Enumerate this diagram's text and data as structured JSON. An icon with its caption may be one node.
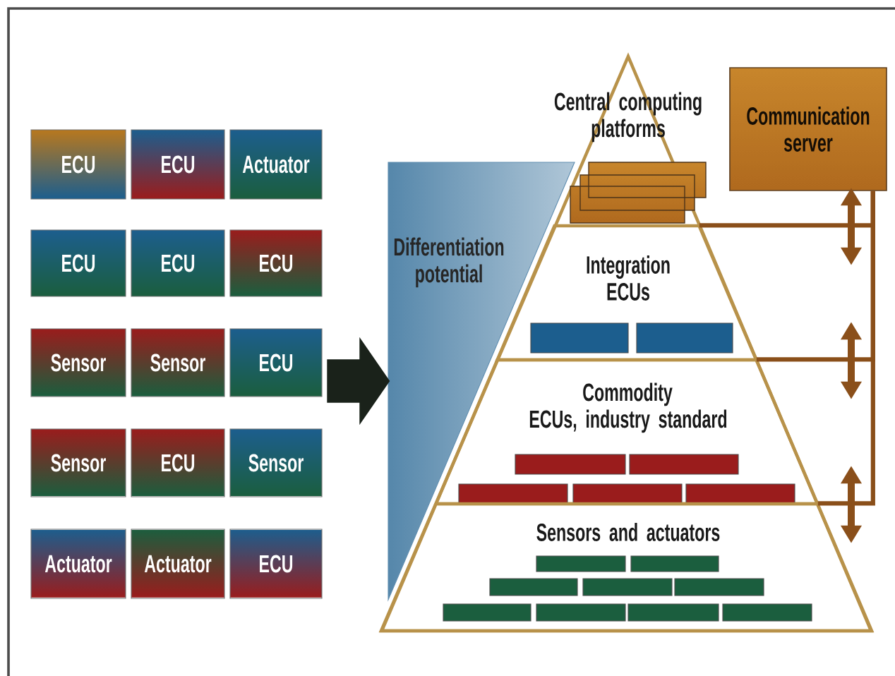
{
  "diagram": {
    "nodes": [
      {
        "text": [
          "ECU"
        ]
      },
      {
        "text": [
          "ECU"
        ]
      },
      {
        "text": [
          "Actuator"
        ]
      },
      {
        "text": [
          "ECU"
        ]
      },
      {
        "text": [
          "ECU"
        ]
      },
      {
        "text": [
          "ECU"
        ]
      },
      {
        "text": [
          "Sensor"
        ]
      },
      {
        "text": [
          "Sensor"
        ]
      },
      {
        "text": [
          "ECU"
        ]
      },
      {
        "text": [
          "Sensor"
        ]
      },
      {
        "text": [
          "ECU"
        ]
      },
      {
        "text": [
          "Sensor"
        ]
      },
      {
        "text": [
          "Actuator"
        ]
      },
      {
        "text": [
          "Actuator"
        ]
      },
      {
        "text": [
          "ECU"
        ]
      },
      {
        "text": [
          "Differentiation potential"
        ]
      },
      {
        "text": [],
        "shape": "triangle"
      },
      {
        "text": [
          "Central computing platforms"
        ],
        "in": 16
      },
      {
        "text": [
          "Integration ECUs"
        ],
        "in": 16
      },
      {
        "text": [
          "Commodity ECUs, industry standard"
        ],
        "in": 16
      },
      {
        "text": [
          "Sensors and actuators"
        ],
        "in": 16
      },
      {
        "text": [
          "Communication server"
        ]
      }
    ],
    "edges": [
      {
        "from": null,
        "to": 15,
        "arrow": "to",
        "style": "thick",
        "color": "#1a221a"
      },
      {
        "from": 21,
        "to": 18,
        "arrow": "none"
      },
      {
        "from": 21,
        "to": 19,
        "arrow": "none"
      },
      {
        "from": 21,
        "to": 20,
        "arrow": "none"
      }
    ]
  }
}
